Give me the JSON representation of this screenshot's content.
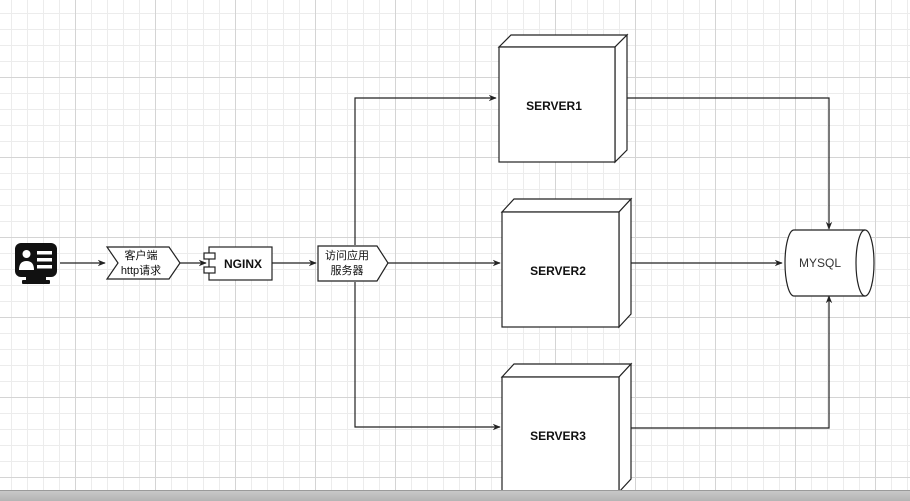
{
  "nodes": {
    "client_label_line1": "客户端",
    "client_label_line2": "http请求",
    "nginx_label": "NGINX",
    "access_label_line1": "访问应用",
    "access_label_line2": "服务器",
    "server1_label": "SERVER1",
    "server2_label": "SERVER2",
    "server3_label": "SERVER3",
    "db_label": "MYSQL"
  },
  "icons": {
    "client": "id-card-monitor-icon",
    "nginx": "component-icon"
  }
}
